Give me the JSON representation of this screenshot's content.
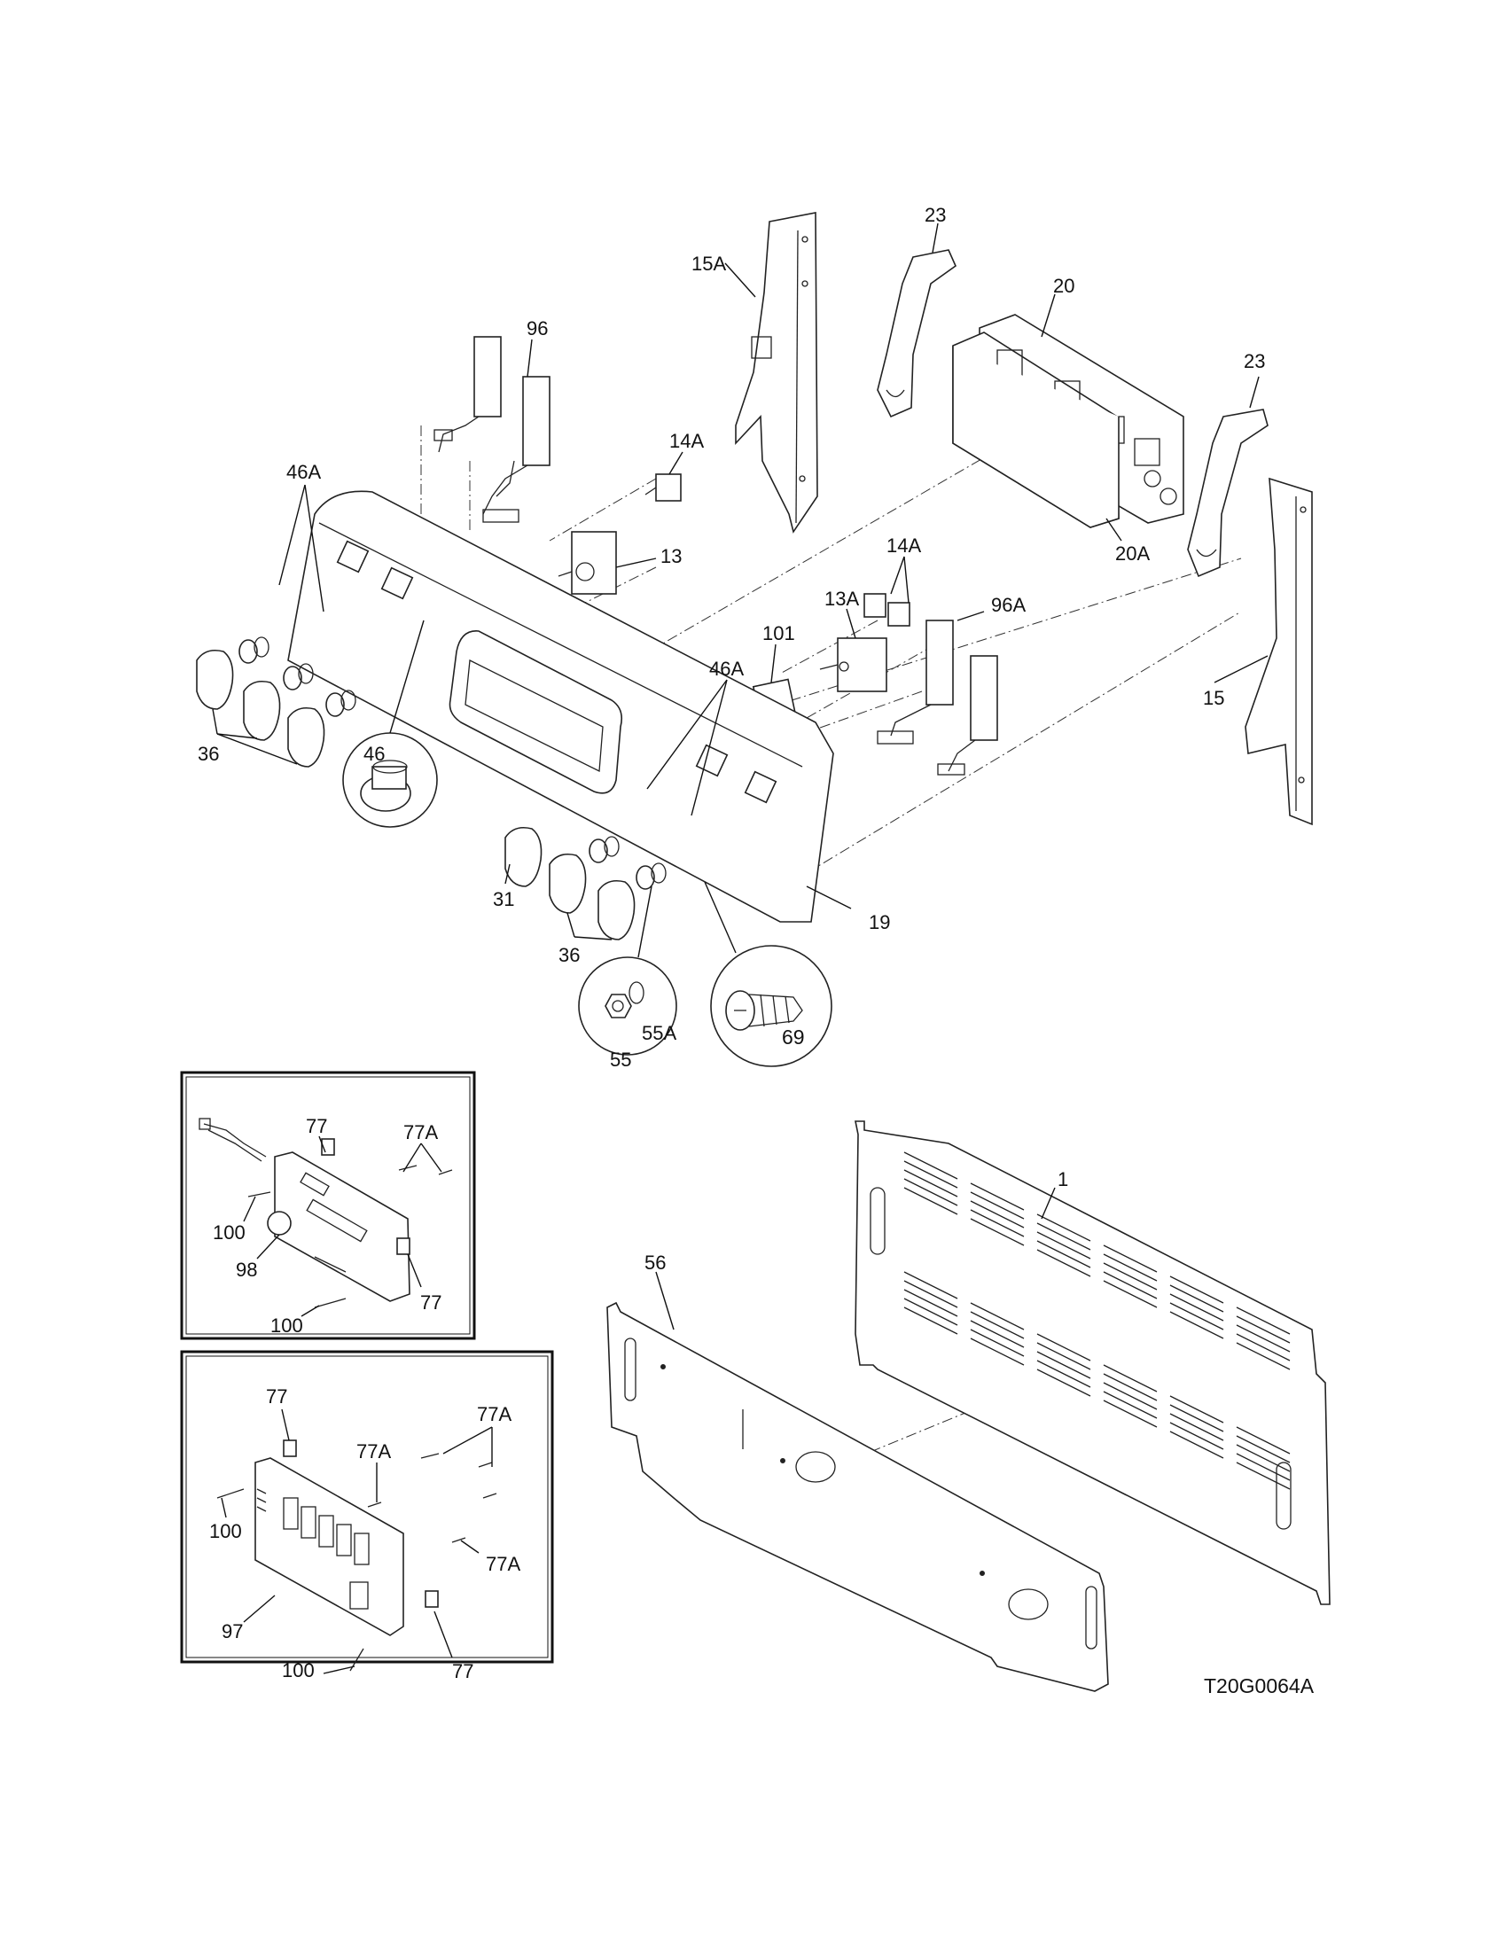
{
  "diagram": {
    "drawing_code": "T20G0064A",
    "callouts": {
      "c15A": "15A",
      "c23a": "23",
      "c20": "20",
      "c23b": "23",
      "c96": "96",
      "c14Aa": "14A",
      "c46Aa": "46A",
      "c13": "13",
      "c20A": "20A",
      "c14Ab": "14A",
      "c13A": "13A",
      "c96A": "96A",
      "c101": "101",
      "c46Ab": "46A",
      "c15": "15",
      "c36a": "36",
      "c46": "46",
      "c31": "31",
      "c36b": "36",
      "c19": "19",
      "c55A": "55A",
      "c55": "55",
      "c69": "69",
      "c1": "1",
      "c56": "56"
    },
    "inset_small": {
      "c77a": "77",
      "c77Aa": "77A",
      "c100a": "100",
      "c98": "98",
      "c77b": "77",
      "c100b": "100"
    },
    "inset_large": {
      "c77a": "77",
      "c77Aa": "77A",
      "c77Ab": "77A",
      "c100a": "100",
      "c77Ac": "77A",
      "c97": "97",
      "c100b": "100",
      "c77b": "77"
    }
  }
}
